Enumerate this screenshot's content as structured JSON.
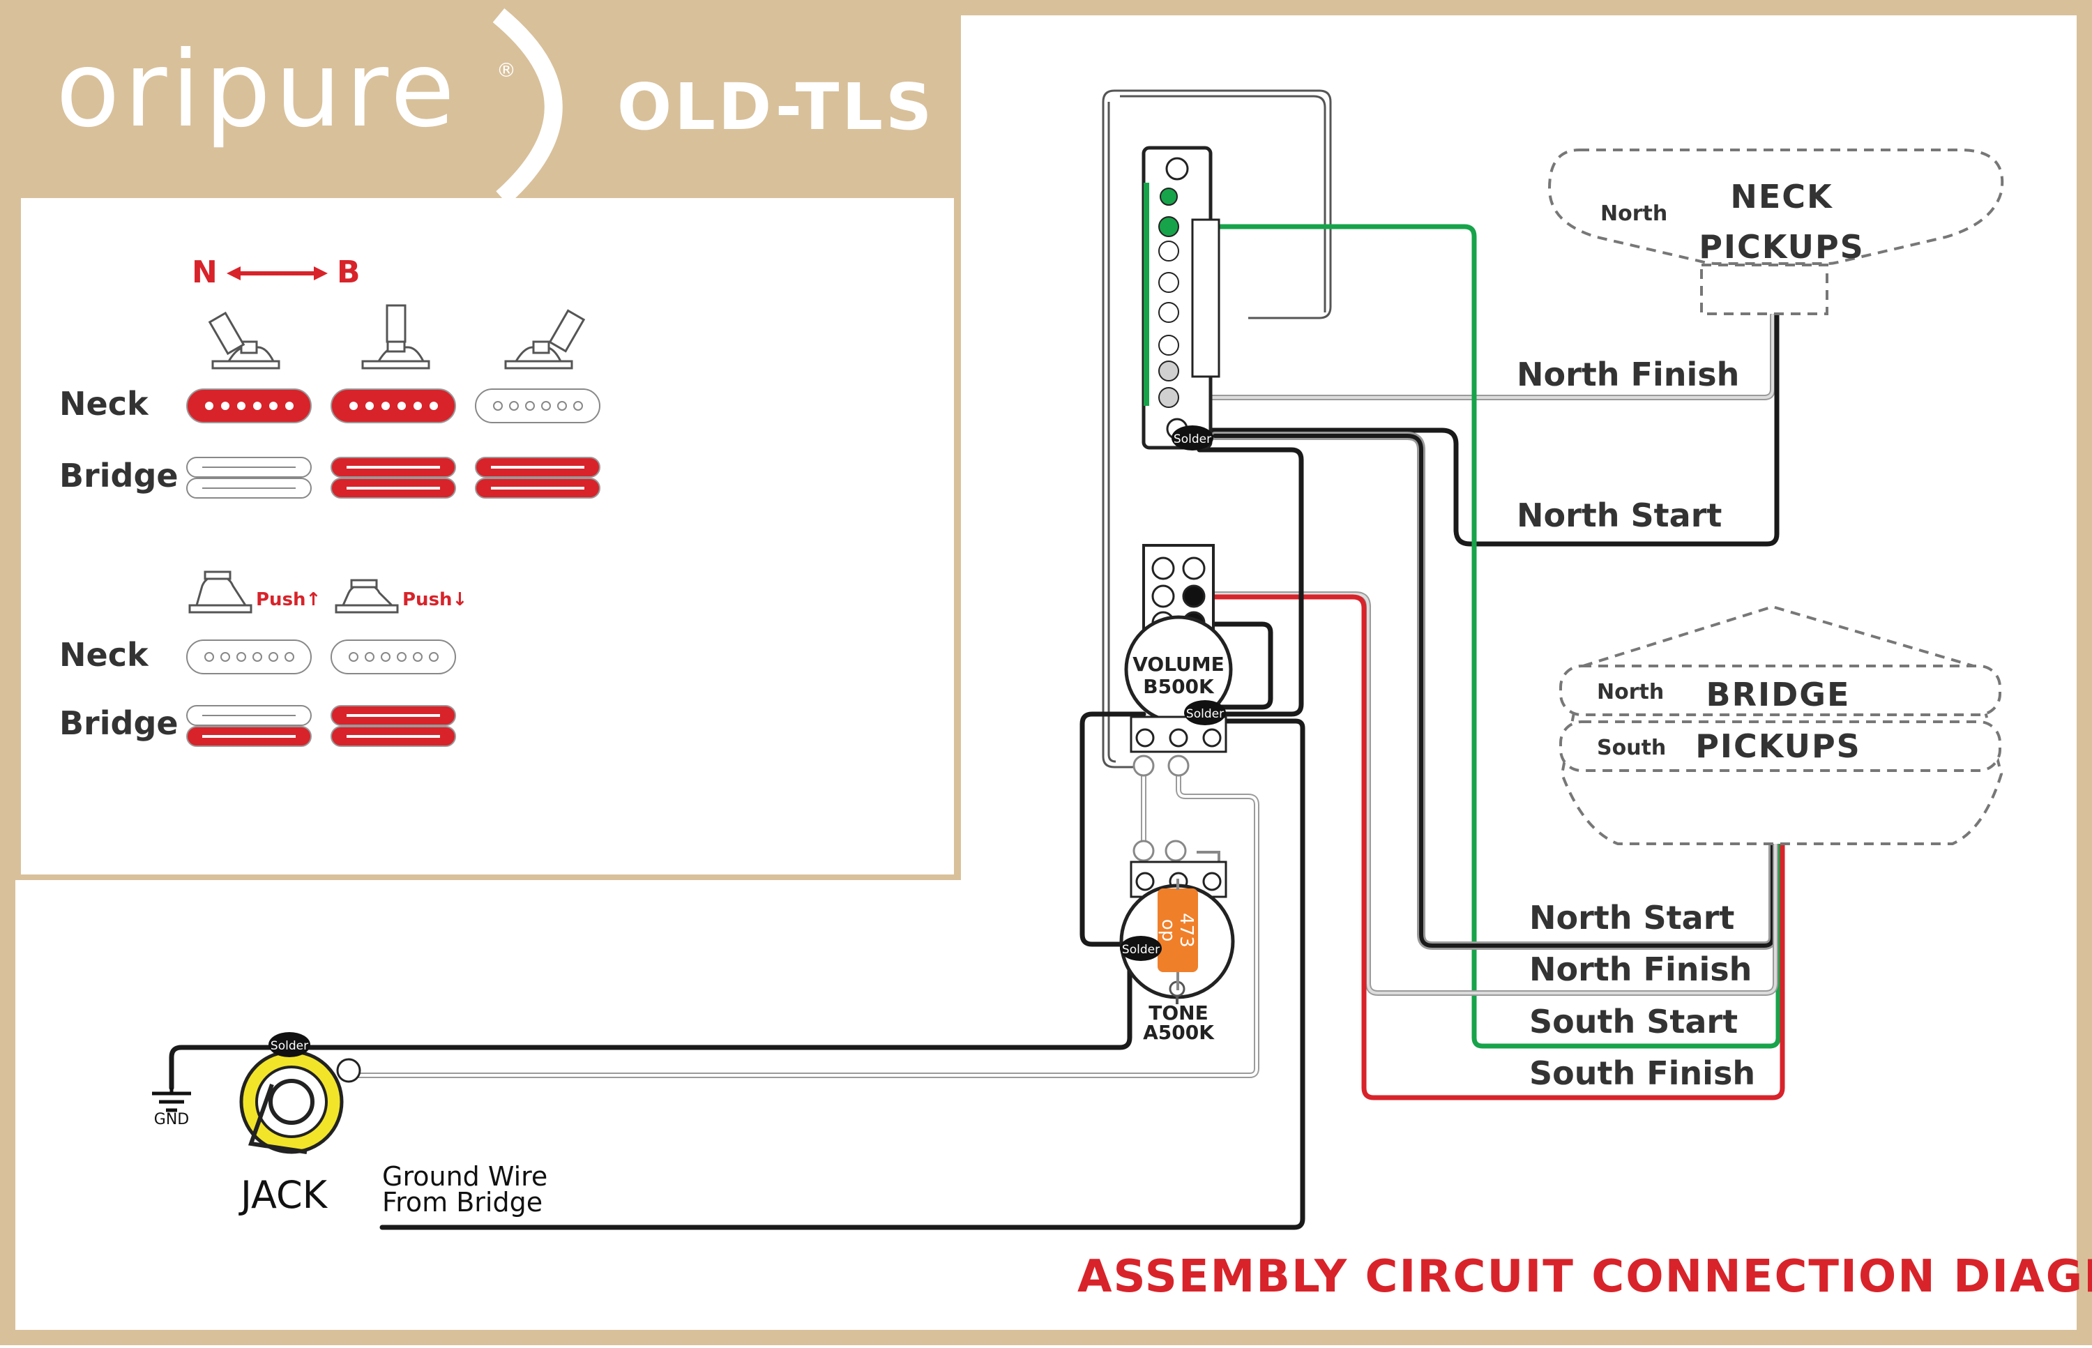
{
  "brand": {
    "name": "oripure",
    "mark": "®",
    "model": "OLD-TLS"
  },
  "colors": {
    "frame": "#d8c09a",
    "red": "#d8232a",
    "green": "#17a34a",
    "gray": "#c8c8c8",
    "black": "#1a1a1a",
    "orange": "#f07f2a",
    "yellow": "#f2e529"
  },
  "legend": {
    "direction_left": "N",
    "direction_right": "B",
    "rows_switch": [
      {
        "label": "Neck"
      },
      {
        "label": "Bridge"
      }
    ],
    "rows_push": [
      {
        "label": "Neck"
      },
      {
        "label": "Bridge"
      }
    ],
    "push_up": "Push↑",
    "push_down": "Push↓"
  },
  "diagram": {
    "neck_pickup": {
      "line1": "NECK",
      "line2": "PICKUPS",
      "pole": "North"
    },
    "bridge_pickup": {
      "line1": "BRIDGE",
      "line2": "PICKUPS",
      "pole_top": "North",
      "pole_bottom": "South"
    },
    "neck_wires": {
      "finish": "North Finish",
      "start": "North Start"
    },
    "bridge_wires": {
      "north_start": "North Start",
      "north_finish": "North Finish",
      "south_start": "South Start",
      "south_finish": "South Finish"
    },
    "volume": {
      "line1": "VOLUME",
      "line2": "B500K"
    },
    "tone": {
      "line1": "TONE",
      "line2": "A500K"
    },
    "capacitor": {
      "line1": "473",
      "line2": "op"
    },
    "solder": "Solder",
    "jack": "JACK",
    "gnd": "GND",
    "ground_wire": {
      "line1": "Ground Wire",
      "line2": "From Bridge"
    }
  },
  "footer_title": "ASSEMBLY CIRCUIT CONNECTION DIAGRAM"
}
